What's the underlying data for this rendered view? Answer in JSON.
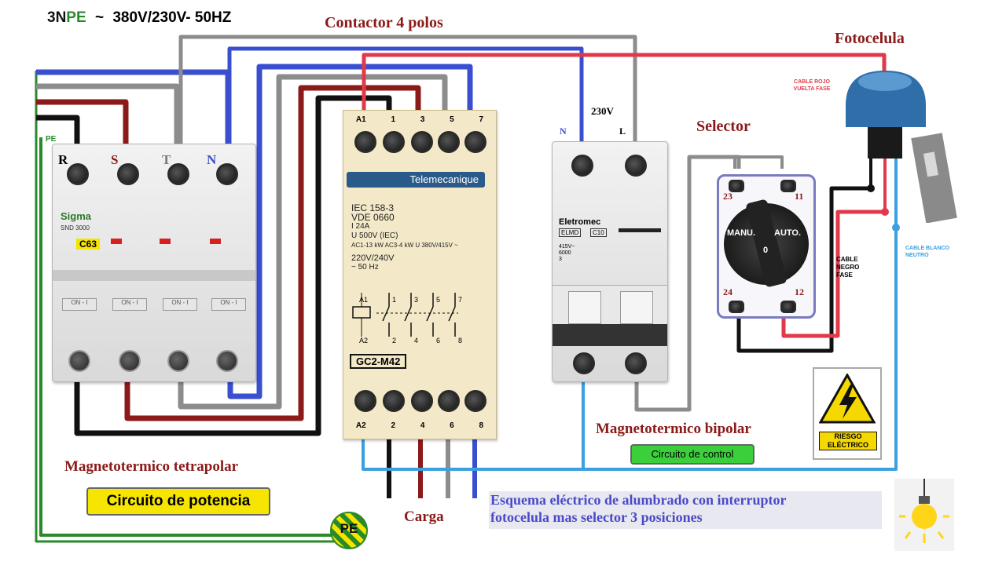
{
  "header": {
    "phase_label_3n": "3N",
    "phase_label_pe": "PE",
    "ac_symbol": "~",
    "supply_spec": "380V/230V- 50HZ"
  },
  "titles": {
    "contactor": "Contactor 4 polos",
    "photocell": "Fotocelula",
    "selector": "Selector",
    "mcb_bipolar": "Magnetotermico bipolar",
    "mcb_tetrapolar": "Magnetotermico tetrapolar",
    "load": "Carga",
    "voltage_230": "230V"
  },
  "badges": {
    "control_circuit": "Circuito de control",
    "power_circuit": "Circuito de potencia"
  },
  "caption": {
    "line1": "Esquema eléctrico de alumbrado con interruptor",
    "line2": "fotocelula mas selector 3 posiciones"
  },
  "mcb4": {
    "pe_label": "PE",
    "terminals": [
      "R",
      "S",
      "T",
      "N"
    ],
    "brand": "Sigma",
    "model": "SND 3000",
    "rating": "C63",
    "switch_labels": [
      "ON - I",
      "ON - I",
      "ON - I",
      "ON - I"
    ]
  },
  "contactor": {
    "top_terminals": [
      "A1",
      "1",
      "3",
      "5",
      "7"
    ],
    "bottom_terminals": [
      "A2",
      "2",
      "4",
      "6",
      "8"
    ],
    "brand": "Telemecanique",
    "spec_lines": [
      "IEC 158-3",
      "VDE 0660",
      "I 24A",
      "U 500V (IEC)",
      "AC1-13 kW AC3-4 kW U 380V/415V ~",
      "220V/240V",
      "~ 50 Hz"
    ],
    "model": "GC2-M42",
    "coil_labels": [
      "A1",
      "A2"
    ],
    "contact_labels_top": [
      "1",
      "3",
      "5",
      "7"
    ],
    "contact_labels_bottom": [
      "2",
      "4",
      "6",
      "8"
    ]
  },
  "mcb2": {
    "terminal_n": "N",
    "terminal_l": "L",
    "brand": "Eletromec",
    "model": "ELMD",
    "rating": "C10",
    "spec_lines": [
      "415V~",
      "6000",
      "3"
    ]
  },
  "selector": {
    "terminals": [
      "23",
      "11",
      "24",
      "12"
    ],
    "positions": [
      "MANU.",
      "AUTO.",
      "0"
    ]
  },
  "photocell": {
    "red_cable_note": "CABLE ROJO VUELTA FASE",
    "black_cable_note": "CABLE NEGRO FASE",
    "white_cable_note": "CABLE BLANCO NEUTRO"
  },
  "warning_sign": {
    "text": "RIESGO ELÉCTRICO"
  },
  "earth_symbol": {
    "label": "PE"
  },
  "colors": {
    "title_red": "#8b1a1a",
    "wire_red": "#e03a4a",
    "wire_blue": "#3a4fd0",
    "wire_gray": "#8c8c8c",
    "wire_black": "#111111",
    "wire_brown": "#8b1a1a",
    "wire_lightblue": "#3aa0e0",
    "wire_green": "#2a8a2a",
    "badge_yellow": "#f5e500",
    "badge_green": "#3ccf3c",
    "caption_bg": "#e8e8f0",
    "caption_text": "#4a4ac8"
  }
}
